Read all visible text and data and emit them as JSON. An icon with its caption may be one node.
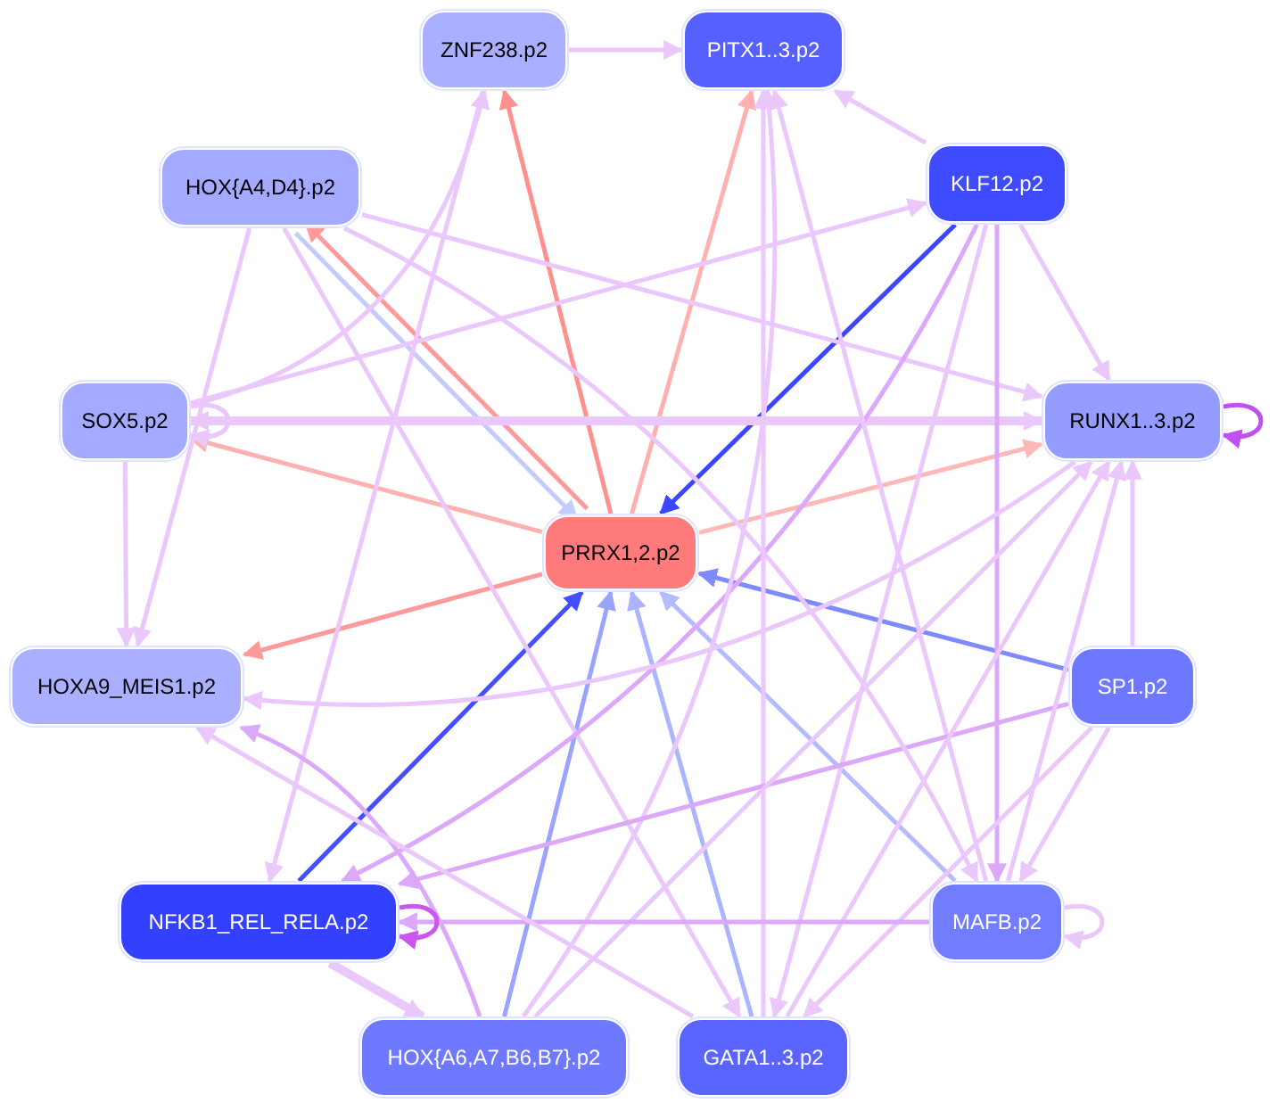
{
  "diagram": {
    "nodes": [
      {
        "text": [
          "ZNF238.p2"
        ]
      },
      {
        "text": [
          "PITX1..3.p2"
        ]
      },
      {
        "text": [
          "HOX{A4,D4}.p2"
        ]
      },
      {
        "text": [
          "KLF12.p2"
        ]
      },
      {
        "text": [
          "SOX5.p2"
        ]
      },
      {
        "text": [
          "RUNX1..3.p2"
        ]
      },
      {
        "text": [
          "PRRX1,2.p2"
        ]
      },
      {
        "text": [
          "HOXA9_MEIS1.p2"
        ]
      },
      {
        "text": [
          "SP1.p2"
        ]
      },
      {
        "text": [
          "NFKB1_REL_RELA.p2"
        ]
      },
      {
        "text": [
          "MAFB.p2"
        ]
      },
      {
        "text": [
          "HOX{A6,A7,B6,B7}.p2"
        ]
      },
      {
        "text": [
          "GATA1..3.p2"
        ]
      }
    ],
    "edges": [
      {
        "from": 6,
        "to": 0,
        "arrow": "to",
        "color": "#ff9090"
      },
      {
        "from": 6,
        "to": 1,
        "arrow": "to",
        "color": "#ffb0b0"
      },
      {
        "from": 6,
        "to": 2,
        "arrow": "to",
        "color": "#ff9a9a"
      },
      {
        "from": 2,
        "to": 6,
        "arrow": "to",
        "color": "#c4ccff"
      },
      {
        "from": 6,
        "to": 4,
        "arrow": "to",
        "color": "#ffb0b0"
      },
      {
        "from": 6,
        "to": 5,
        "arrow": "to",
        "color": "#ffb8b8"
      },
      {
        "from": 6,
        "to": 7,
        "arrow": "to",
        "color": "#ff9a9a"
      },
      {
        "from": 3,
        "to": 6,
        "arrow": "to",
        "color": "#3a46ff"
      },
      {
        "from": 9,
        "to": 6,
        "arrow": "to",
        "color": "#4450ff"
      },
      {
        "from": 8,
        "to": 6,
        "arrow": "to",
        "color": "#7f8aff"
      },
      {
        "from": 11,
        "to": 6,
        "arrow": "to",
        "color": "#9aa4ff"
      },
      {
        "from": 12,
        "to": 6,
        "arrow": "to",
        "color": "#aab4ff"
      },
      {
        "from": 10,
        "to": 6,
        "arrow": "to",
        "color": "#b4bcff"
      },
      {
        "from": 0,
        "to": 1,
        "arrow": "to"
      },
      {
        "from": 4,
        "to": 0,
        "arrow": "to"
      },
      {
        "from": 4,
        "to": 3,
        "arrow": "to"
      },
      {
        "from": 5,
        "to": 4,
        "arrow": "both",
        "style": "thick"
      },
      {
        "from": 4,
        "to": 7,
        "arrow": "to"
      },
      {
        "from": 4,
        "to": 4,
        "arrow": "to"
      },
      {
        "from": 2,
        "to": 5,
        "arrow": "to"
      },
      {
        "from": 2,
        "to": 7,
        "arrow": "to"
      },
      {
        "from": 2,
        "to": 12,
        "arrow": "to"
      },
      {
        "from": 0,
        "to": 9,
        "arrow": "to"
      },
      {
        "from": 3,
        "to": 1,
        "arrow": "to"
      },
      {
        "from": 3,
        "to": 5,
        "arrow": "to"
      },
      {
        "from": 3,
        "to": 9,
        "arrow": "to",
        "color": "#dca8fa"
      },
      {
        "from": 3,
        "to": 12,
        "arrow": "to"
      },
      {
        "from": 3,
        "to": 10,
        "arrow": "to",
        "color": "#dca8fa"
      },
      {
        "from": 12,
        "to": 1,
        "arrow": "to"
      },
      {
        "from": 10,
        "to": 1,
        "arrow": "to"
      },
      {
        "from": 11,
        "to": 1,
        "arrow": "to"
      },
      {
        "from": 8,
        "to": 5,
        "arrow": "to"
      },
      {
        "from": 8,
        "to": 10,
        "arrow": "to"
      },
      {
        "from": 8,
        "to": 12,
        "arrow": "to"
      },
      {
        "from": 8,
        "to": 9,
        "arrow": "to",
        "color": "#dca8fa"
      },
      {
        "from": 10,
        "to": 5,
        "arrow": "to"
      },
      {
        "from": 12,
        "to": 5,
        "arrow": "to"
      },
      {
        "from": 11,
        "to": 5,
        "arrow": "to"
      },
      {
        "from": 10,
        "to": 9,
        "arrow": "to",
        "color": "#dca8fa"
      },
      {
        "from": 9,
        "to": 11,
        "arrow": "to",
        "style": "thick"
      },
      {
        "from": 11,
        "to": 7,
        "arrow": "to",
        "color": "#dca8fa"
      },
      {
        "from": 12,
        "to": 7,
        "arrow": "to"
      },
      {
        "from": 5,
        "to": 7,
        "arrow": "to"
      },
      {
        "from": 2,
        "to": 10,
        "arrow": "to"
      },
      {
        "from": 5,
        "to": 5,
        "arrow": "to",
        "color": "#c050f0"
      },
      {
        "from": 9,
        "to": 9,
        "arrow": "to",
        "color": "#cc55f0"
      },
      {
        "from": 10,
        "to": 10,
        "arrow": "to"
      }
    ]
  }
}
